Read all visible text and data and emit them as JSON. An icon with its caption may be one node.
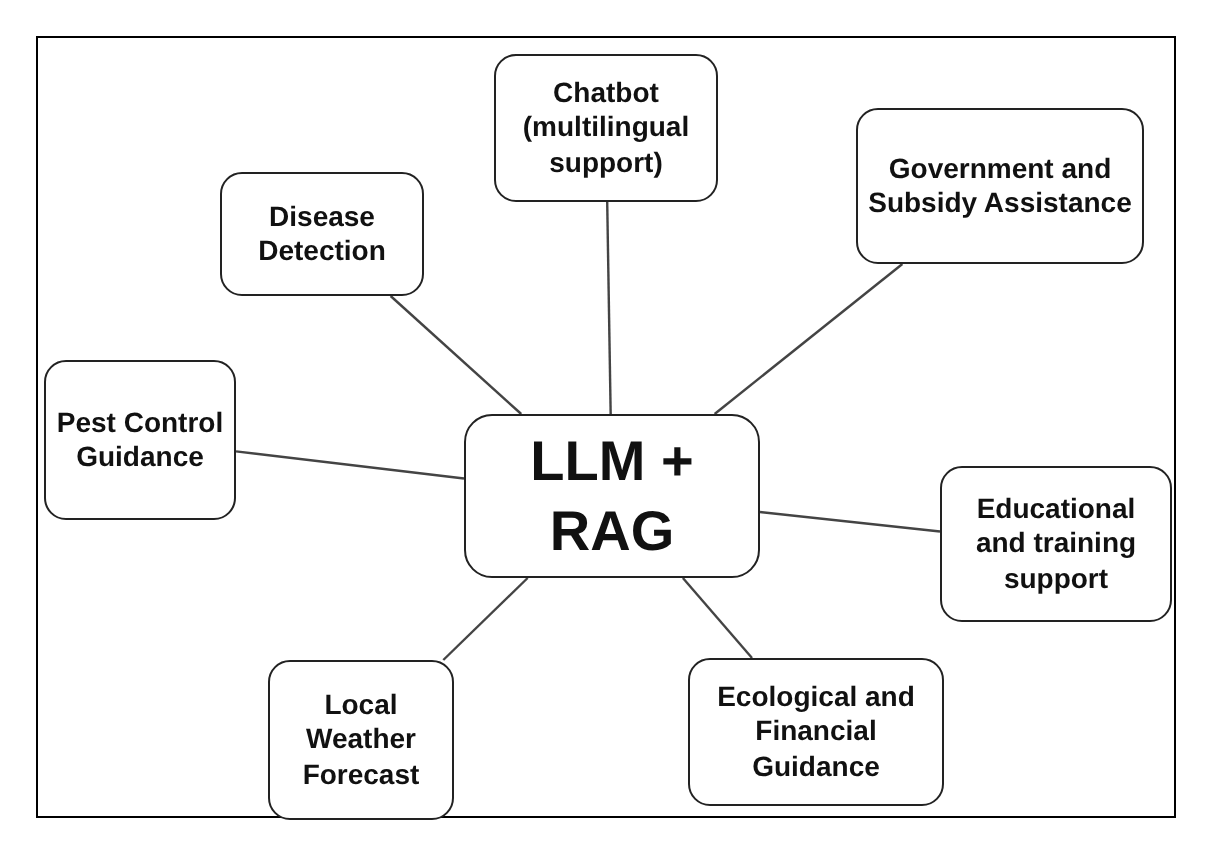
{
  "diagram": {
    "nodes": [
      {
        "text": [
          "LLM + RAG"
        ]
      },
      {
        "text": [
          "Chatbot (multilingual support)"
        ]
      },
      {
        "text": [
          "Disease Detection"
        ]
      },
      {
        "text": [
          "Government and Subsidy Assistance"
        ]
      },
      {
        "text": [
          "Pest Control Guidance"
        ]
      },
      {
        "text": [
          "Educational and training support"
        ]
      },
      {
        "text": [
          "Local Weather Forecast"
        ]
      },
      {
        "text": [
          "Ecological and Financial Guidance"
        ]
      }
    ],
    "edges": [
      {
        "from": 0,
        "to": 1,
        "arrow": "none"
      },
      {
        "from": 0,
        "to": 2,
        "arrow": "none"
      },
      {
        "from": 0,
        "to": 3,
        "arrow": "none"
      },
      {
        "from": 0,
        "to": 4,
        "arrow": "none"
      },
      {
        "from": 0,
        "to": 5,
        "arrow": "none"
      },
      {
        "from": 0,
        "to": 6,
        "arrow": "none"
      },
      {
        "from": 0,
        "to": 7,
        "arrow": "none"
      }
    ]
  }
}
